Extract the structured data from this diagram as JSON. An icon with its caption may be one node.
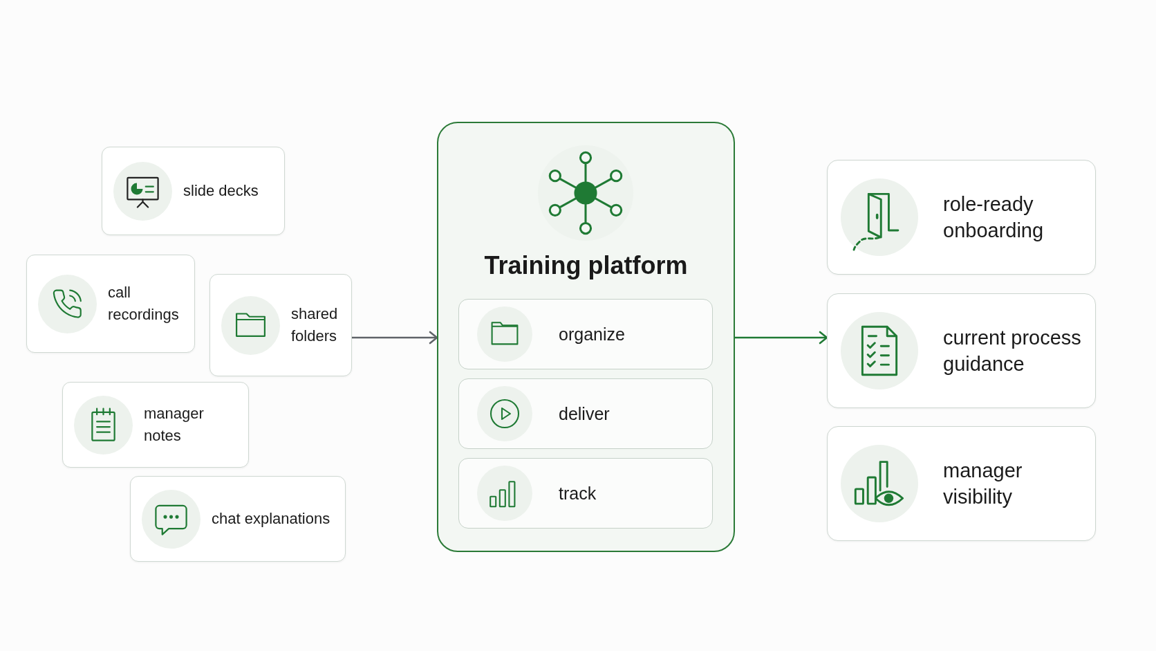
{
  "diagram": {
    "nodes": [
      {
        "text": [
          "slide decks"
        ]
      },
      {
        "text": [
          "call recordings"
        ]
      },
      {
        "text": [
          "shared folders"
        ]
      },
      {
        "text": [
          "manager notes"
        ]
      },
      {
        "text": [
          "chat explanations"
        ]
      },
      {
        "text": [
          "Training platform"
        ]
      },
      {
        "text": [
          "organize"
        ],
        "in": 5
      },
      {
        "text": [
          "deliver"
        ],
        "in": 5
      },
      {
        "text": [
          "track"
        ],
        "in": 5
      },
      {
        "text": [
          "role-ready onboarding"
        ]
      },
      {
        "text": [
          "current process guidance"
        ]
      },
      {
        "text": [
          "manager visibility"
        ]
      }
    ],
    "edges": [
      {
        "from": 2,
        "to": 5,
        "arrow": "to",
        "color": "#5f6368"
      },
      {
        "from": 5,
        "to": 10,
        "arrow": "to",
        "color": "#1f7a34"
      }
    ]
  }
}
